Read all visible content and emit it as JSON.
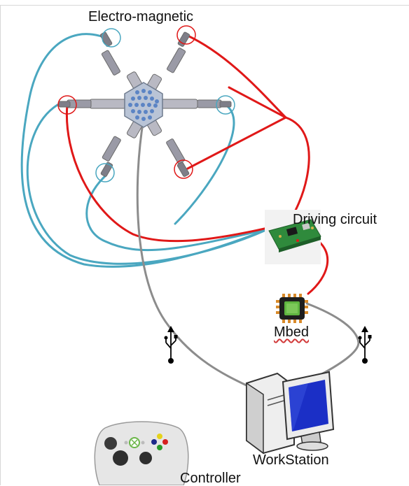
{
  "labels": {
    "electromagnetic": "Electro-magnetic",
    "driving_circuit": "Driving circuit",
    "mbed": "Mbed",
    "workstation": "WorkStation",
    "controller": "Controller"
  },
  "icons": {
    "usb_left": "usb-icon",
    "usb_right": "usb-icon"
  },
  "colors": {
    "blue_wire": "#4aa7c0",
    "red_wire": "#e01818",
    "gray_wire": "#8c8c8c",
    "robot_core": "#5b84c4",
    "chip_body": "#1e1e1e",
    "chip_pins": "#d88a2a",
    "chip_die": "#5fb540",
    "pcb": "#2f8a3c",
    "monitor_screen": "#1b2fc6",
    "controller_body": "#e6e6e6"
  }
}
